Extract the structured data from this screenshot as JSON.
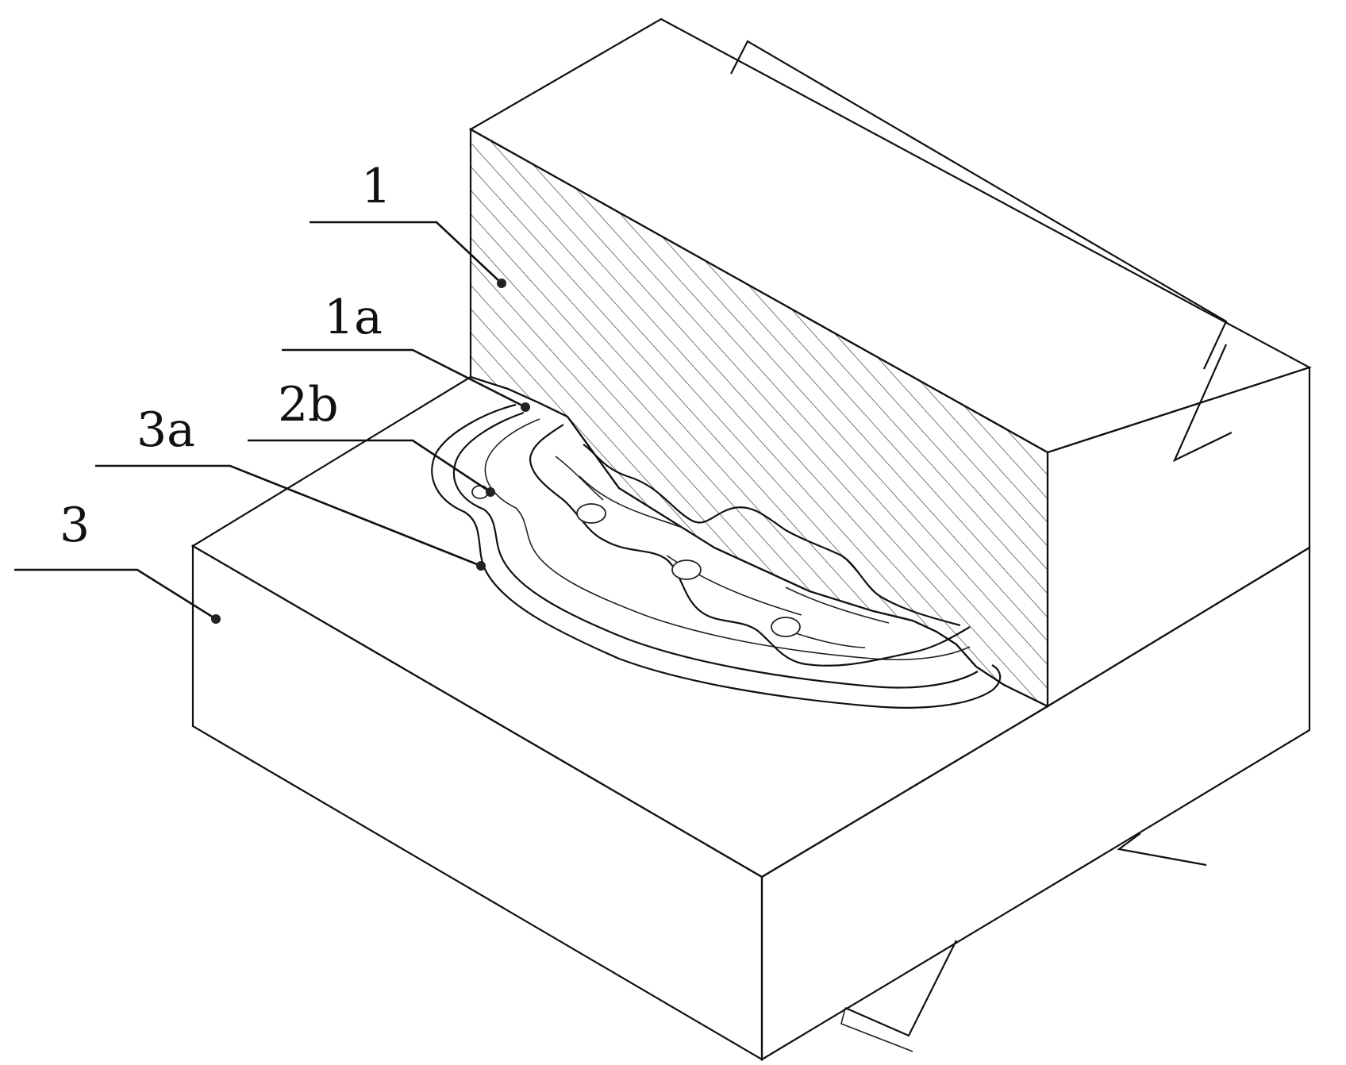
{
  "labels": [
    {
      "id": "1",
      "text": "1"
    },
    {
      "id": "1a",
      "text": "1a"
    },
    {
      "id": "2b",
      "text": "2b"
    },
    {
      "id": "3a",
      "text": "3a"
    },
    {
      "id": "3",
      "text": "3"
    }
  ]
}
